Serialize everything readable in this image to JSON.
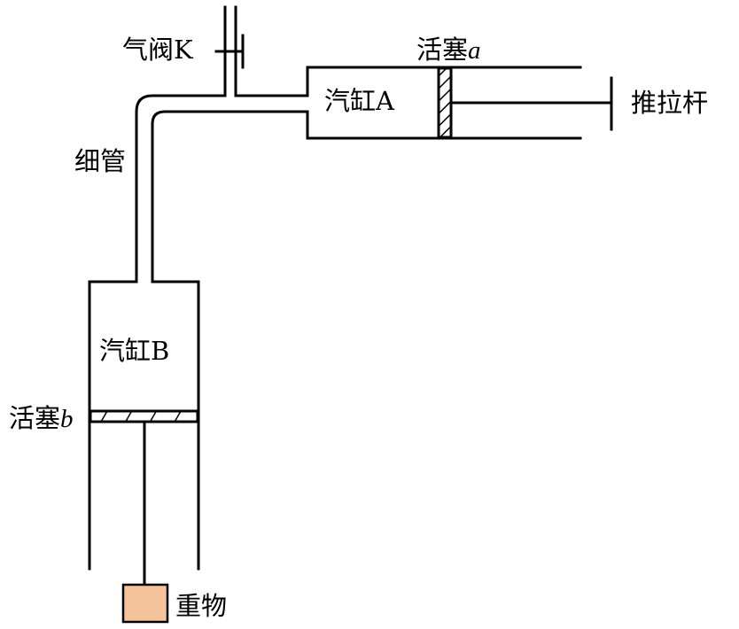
{
  "labels": {
    "valve": "气阀K",
    "piston_a_prefix": "活塞",
    "piston_a_letter": "a",
    "cylinder_a": "汽缸A",
    "push_rod": "推拉杆",
    "thin_tube": "细管",
    "cylinder_b": "汽缸B",
    "piston_b_prefix": "活塞",
    "piston_b_letter": "b",
    "weight": "重物"
  },
  "colors": {
    "line": "#000000",
    "weight_fill": "#f4c39b",
    "weight_stroke": "#000000",
    "background": "#ffffff"
  }
}
